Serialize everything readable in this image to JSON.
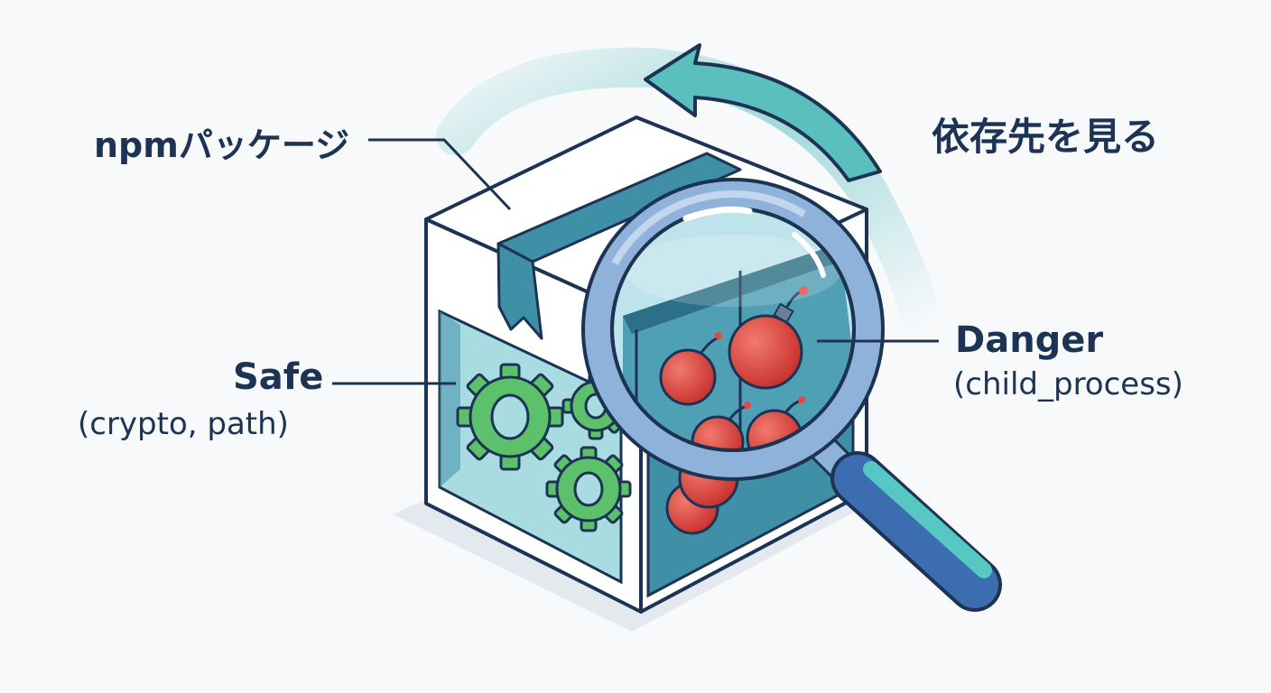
{
  "labels": {
    "package": "npmパッケージ",
    "look_deps": "依存先を見る",
    "safe_title": "Safe",
    "safe_modules": "(crypto, path)",
    "danger_title": "Danger",
    "danger_modules": "(child_process)"
  },
  "colors": {
    "outline": "#1c3354",
    "teal": "#3f8fa7",
    "teal_light": "#a9dce1",
    "gear_green": "#5cc16a",
    "bomb_red": "#d9403a",
    "lens_blue": "#8fb2da",
    "handle_teal": "#56c7c2",
    "arrow_teal": "#5bbfbe"
  },
  "icons": [
    "package-box-icon",
    "gear-icon",
    "bomb-icon",
    "magnifier-icon",
    "curved-arrow-icon"
  ]
}
